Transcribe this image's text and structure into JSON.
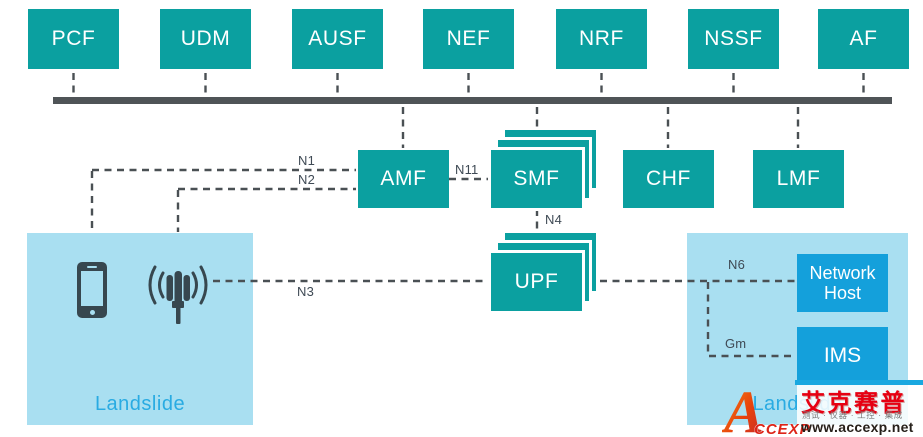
{
  "diagram": {
    "bus_row": [
      {
        "label": "PCF"
      },
      {
        "label": "UDM"
      },
      {
        "label": "AUSF"
      },
      {
        "label": "NEF"
      },
      {
        "label": "NRF"
      },
      {
        "label": "NSSF"
      },
      {
        "label": "AF"
      }
    ],
    "core_row": {
      "amf": "AMF",
      "smf": "SMF",
      "chf": "CHF",
      "lmf": "LMF"
    },
    "upf": "UPF",
    "interfaces": {
      "n1": "N1",
      "n2": "N2",
      "n3": "N3",
      "n4": "N4",
      "n6": "N6",
      "n11": "N11",
      "gm": "Gm"
    },
    "access_zone": {
      "label": "Landslide"
    },
    "data_network_zone": {
      "label": "Landslide",
      "network_host": "Network Host",
      "ims": "IMS"
    },
    "colors": {
      "teal": "#0BA0A0",
      "light_blue": "#A9DFF1",
      "bright_blue": "#14A0DB",
      "landslide_text": "#29ABE2",
      "bus_gray": "#4F5457",
      "watermark_red": "#E60012"
    }
  },
  "watermark": {
    "logo_letter": "A",
    "logo_text": "CCEXP",
    "brand": "艾克赛普",
    "tagline": "测试 · 仪器 · 工控 · 集成",
    "url": "www.accexp.net"
  }
}
